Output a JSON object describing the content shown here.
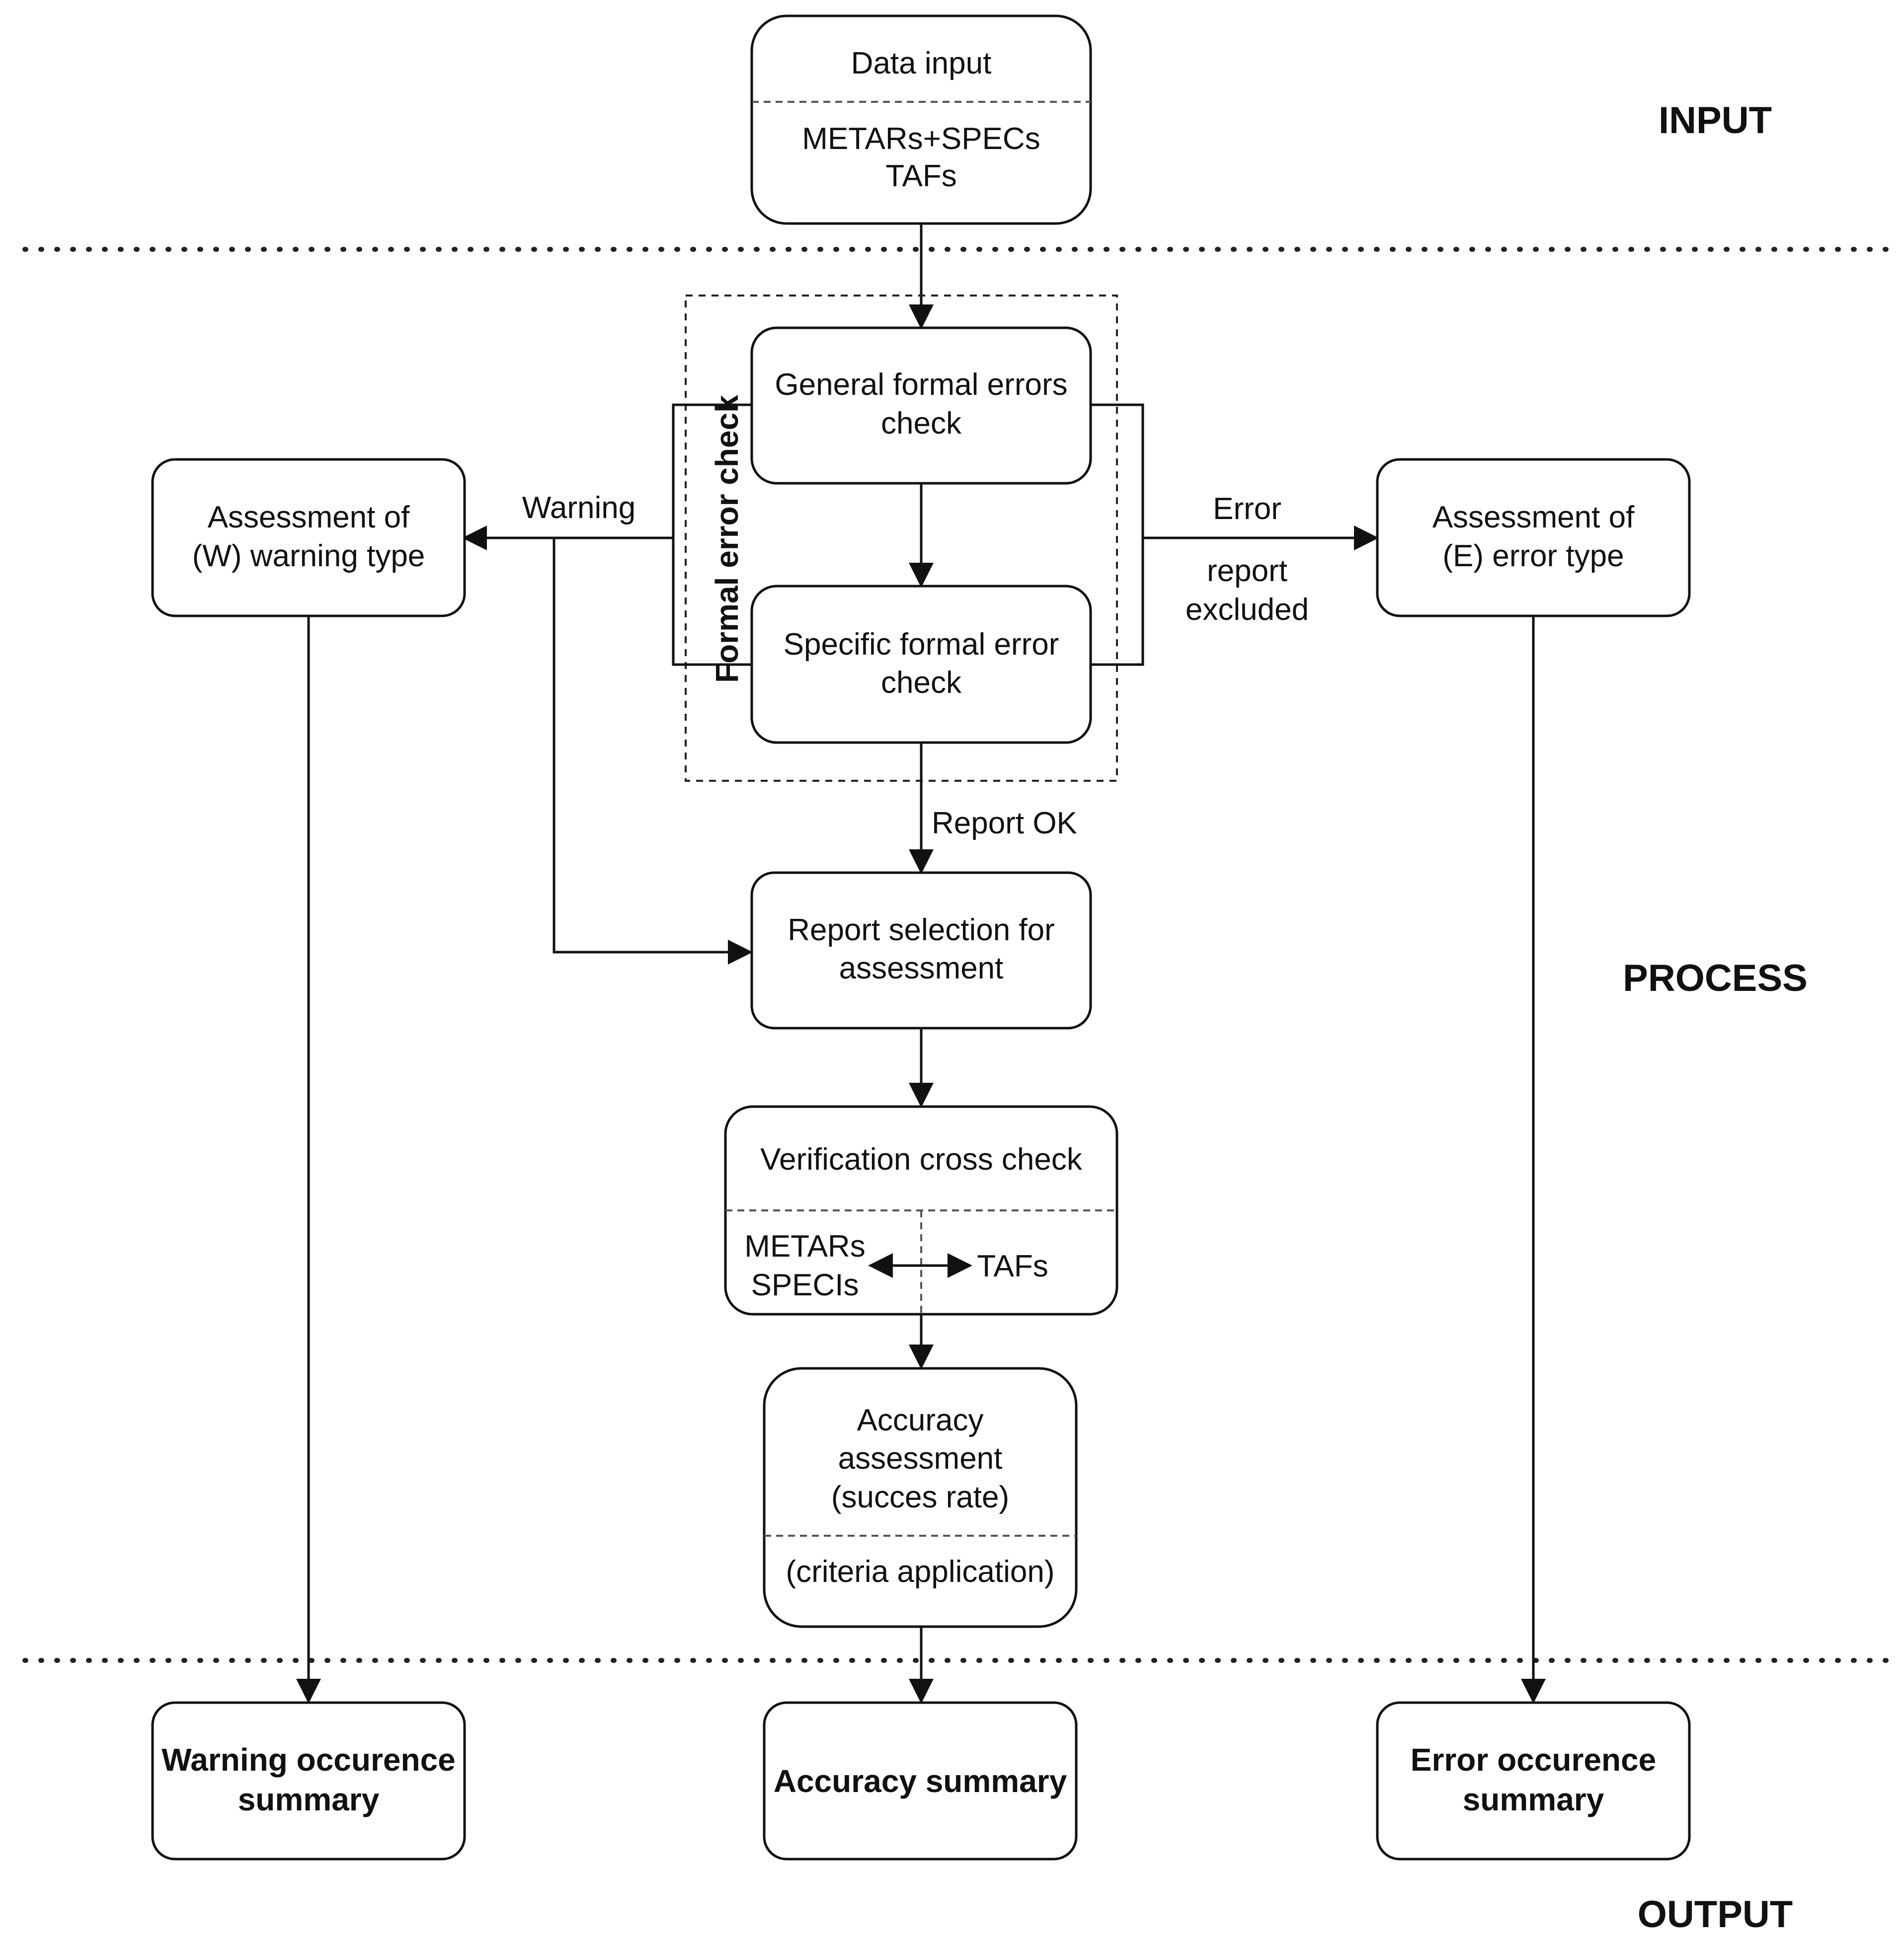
{
  "sections": {
    "input": "INPUT",
    "process": "PROCESS",
    "output": "OUTPUT"
  },
  "nodes": {
    "data_input": {
      "title": "Data input",
      "line1": "METARs+SPECs",
      "line2": "TAFs"
    },
    "general_check": {
      "line1": "General formal errors",
      "line2": "check"
    },
    "specific_check": {
      "line1": "Specific formal error",
      "line2": "check"
    },
    "formal_group": {
      "label": "Formal error check"
    },
    "warning_assess": {
      "line1": "Assessment of",
      "line2": "(W) warning type"
    },
    "error_assess": {
      "line1": "Assessment of",
      "line2": "(E) error type"
    },
    "report_selection": {
      "line1": "Report selection for",
      "line2": "assessment"
    },
    "cross_check": {
      "title": "Verification cross check",
      "left1": "METARs",
      "left2": "SPECIs",
      "right": "TAFs"
    },
    "accuracy": {
      "line1": "Accuracy",
      "line2": "assessment",
      "line3": "(succes rate)",
      "footer": "(criteria application)"
    },
    "warning_summary": {
      "line1": "Warning occurence",
      "line2": "summary"
    },
    "accuracy_summary": {
      "line1": "Accuracy summary"
    },
    "error_summary": {
      "line1": "Error occurence",
      "line2": "summary"
    }
  },
  "edges": {
    "warning": "Warning",
    "error": "Error",
    "report_excluded_1": "report",
    "report_excluded_2": "excluded",
    "report_ok": "Report OK"
  }
}
